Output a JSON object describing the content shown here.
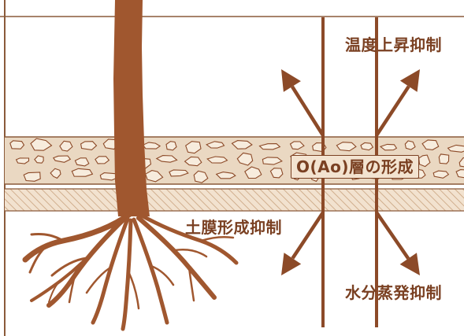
{
  "labels": {
    "temperature": "温度上昇抑制",
    "layer": "O(Ao)層の形成",
    "soil_film": "土膜形成抑制",
    "evaporation": "水分蒸発抑制"
  },
  "colors": {
    "tree": "#a0572f",
    "arrow": "#8c4a28",
    "text": "#7a4022",
    "litter_band": "#ead8c2",
    "litter_stones": "#f7ecdd",
    "hatch_band": "#f2e2cf",
    "hatch_lines": "#c9a27e",
    "frame": "#8a5a3a"
  },
  "icons": {
    "tree": "tree-with-roots",
    "layer": "litter-layer-texture",
    "arrows": "effect-arrows"
  }
}
